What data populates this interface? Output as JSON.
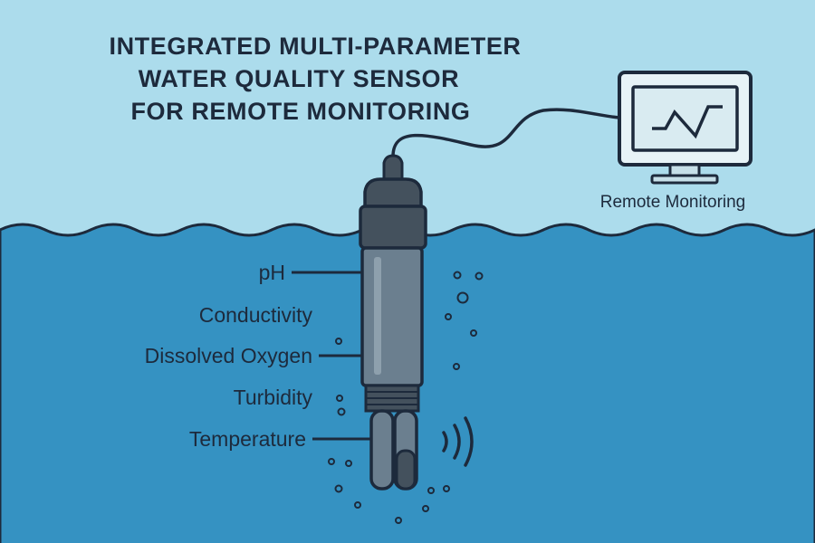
{
  "title": {
    "lines": [
      "INTEGRATED MULTI-PARAMETER",
      "WATER QUALITY SENSOR",
      "FOR REMOTE MONITORING"
    ]
  },
  "parameters": [
    {
      "label": "pH"
    },
    {
      "label": "Conductivity"
    },
    {
      "label": "Dissolved Oxygen"
    },
    {
      "label": "Turbidity"
    },
    {
      "label": "Temperature"
    }
  ],
  "monitor": {
    "label": "Remote Monitoring"
  },
  "colors": {
    "sky": "#acdcec",
    "water": "#3592c2",
    "outline": "#1d2a3c",
    "sensor_body": "#6b7f8f",
    "sensor_cap": "#44515d",
    "screen": "#d9ebf1"
  },
  "icons": [
    "sensor-probe-icon",
    "monitor-icon",
    "signal-waves-icon",
    "bubble-icon"
  ]
}
